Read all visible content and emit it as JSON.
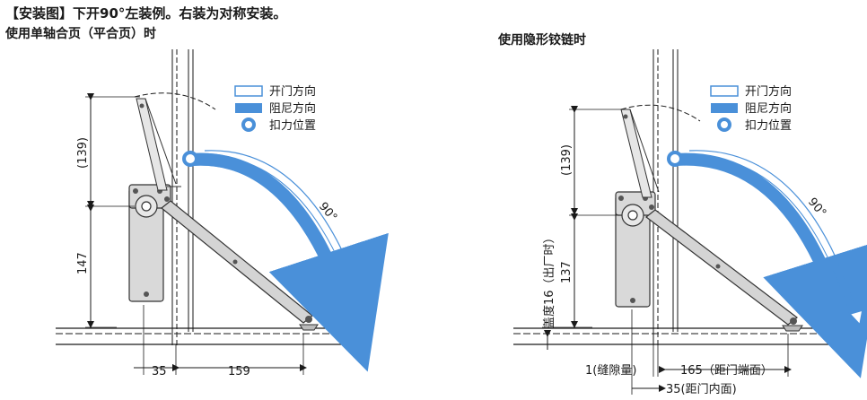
{
  "header": {
    "title": "【安装图】下开90°左装例。右装为对称安装。"
  },
  "left_diagram": {
    "subtitle": "使用单轴合页（平合页）时",
    "dim_top": "(139)",
    "dim_mid": "147",
    "dim_left": "35",
    "dim_right": "159",
    "angle": "90°"
  },
  "right_diagram": {
    "subtitle": "使用隐形铰链时",
    "dim_top": "(139)",
    "dim_mid": "137",
    "dim_side": "盖度16（出厂时）",
    "gap": "1(缝隙量)",
    "dist_end": "165（距门端面）",
    "dist_inner": "35(距门内面)",
    "angle": "90°"
  },
  "legend": {
    "open_dir": "开门方向",
    "damper_dir": "阻尼方向",
    "force_pos": "扣力位置"
  },
  "colors": {
    "damper": "#4a90d9",
    "open_outline": "#4a90d9",
    "hardware": "#d9d9d9",
    "line": "#1a1a1a"
  }
}
